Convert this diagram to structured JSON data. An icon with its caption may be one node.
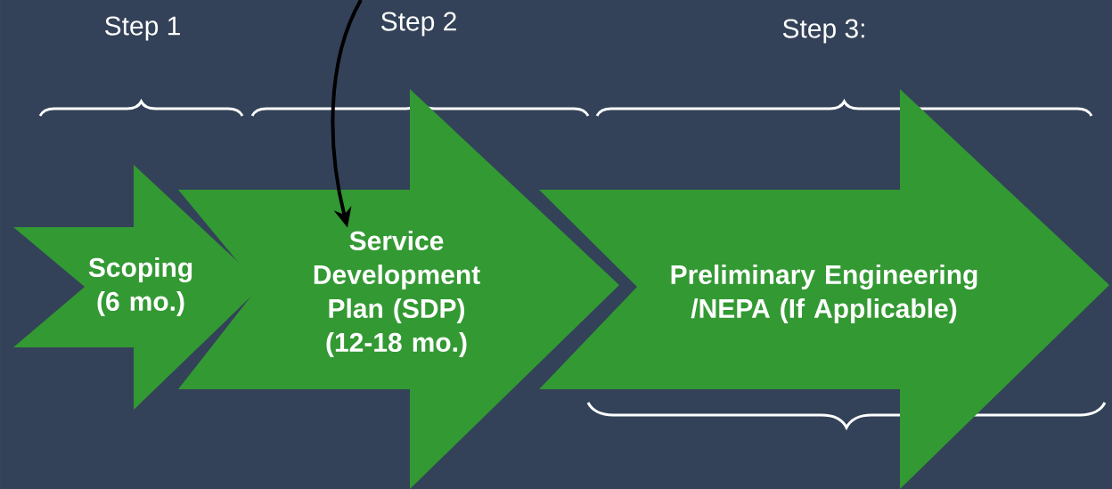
{
  "diagram": {
    "nodes": [
      {
        "text": [
          "Scoping (6 mo.)"
        ]
      },
      {
        "text": [
          "Service Development Plan (SDP) (12-18 mo.)"
        ]
      },
      {
        "text": [
          "Preliminary Engineering /NEPA (If Applicable)"
        ]
      }
    ],
    "edges": [
      {
        "from": null,
        "to": 1,
        "arrow": "to"
      }
    ],
    "labels": [
      "Step 1",
      "Step 2",
      "Step 3:"
    ]
  }
}
